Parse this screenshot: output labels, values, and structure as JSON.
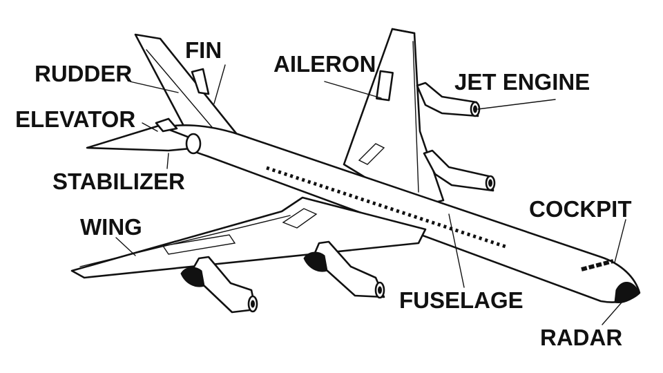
{
  "labels": {
    "fin": "FIN",
    "rudder": "RUDDER",
    "elevator": "ELEVATOR",
    "stabilizer": "STABILIZER",
    "aileron": "AILERON",
    "jet_engine": "JET ENGINE",
    "cockpit": "COCKPIT",
    "wing": "WING",
    "fuselage": "FUSELAGE",
    "radar": "RADAR"
  },
  "colors": {
    "ink": "#111111",
    "background": "#ffffff"
  }
}
